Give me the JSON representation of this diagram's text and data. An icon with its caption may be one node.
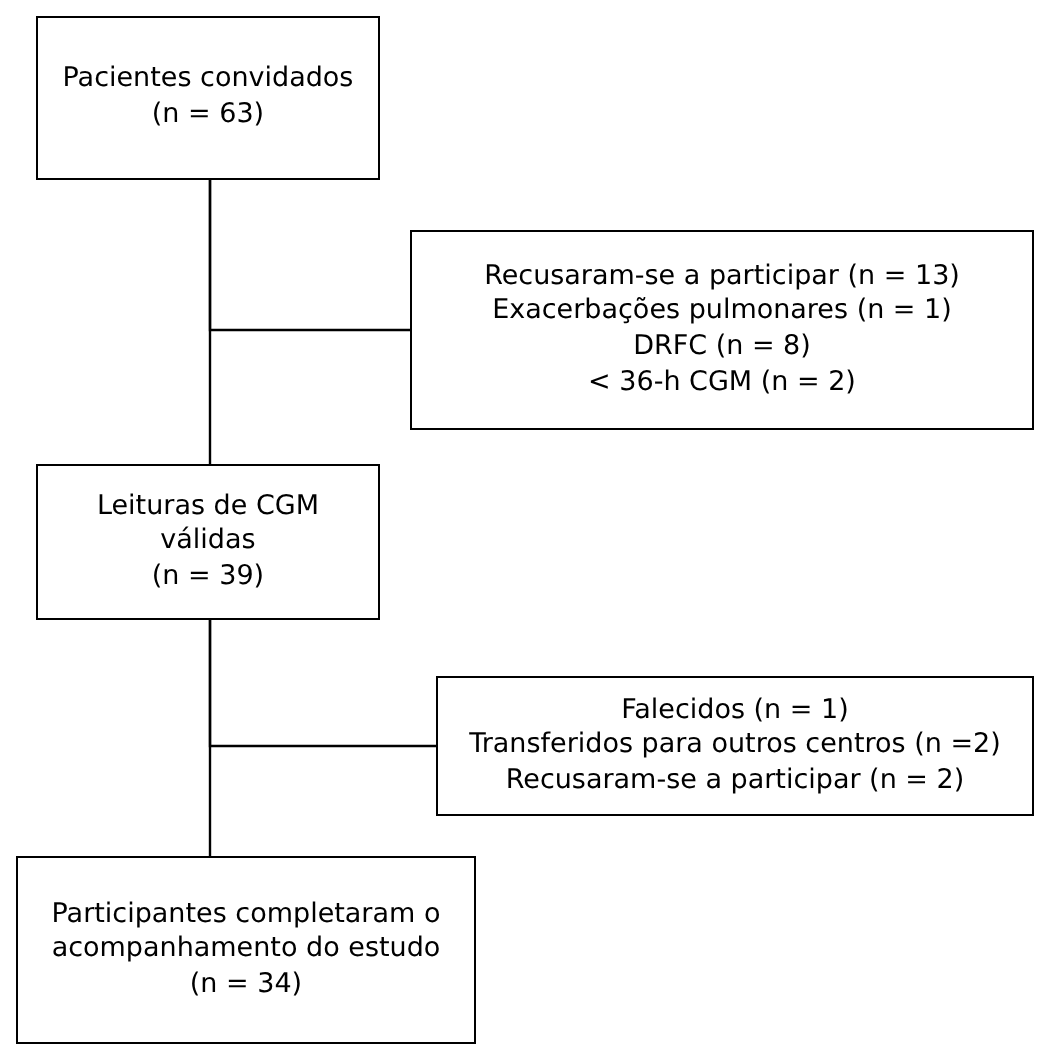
{
  "diagram": {
    "nodes": [
      {
        "text": [
          "Pacientes convidados",
          "(n = 63)"
        ]
      },
      {
        "text": [
          "Recusaram-se a participar (n = 13)",
          "Exacerbações pulmonares (n = 1)",
          "DRFC (n = 8)",
          "< 36-h CGM (n = 2)"
        ]
      },
      {
        "text": [
          "Leituras de CGM válidas",
          "(n = 39)"
        ]
      },
      {
        "text": [
          "Falecidos (n = 1)",
          "Transferidos para outros centros (n =2)",
          "Recusaram-se a participar (n = 2)"
        ]
      },
      {
        "text": [
          "Participantes completaram o acompanhamento do estudo",
          "(n = 34)"
        ]
      }
    ],
    "edges": [
      {
        "from": 0,
        "to": 1,
        "arrow": "none"
      },
      {
        "from": 0,
        "to": 2,
        "arrow": "none"
      },
      {
        "from": 2,
        "to": 3,
        "arrow": "none"
      },
      {
        "from": 2,
        "to": 4,
        "arrow": "none"
      }
    ]
  }
}
